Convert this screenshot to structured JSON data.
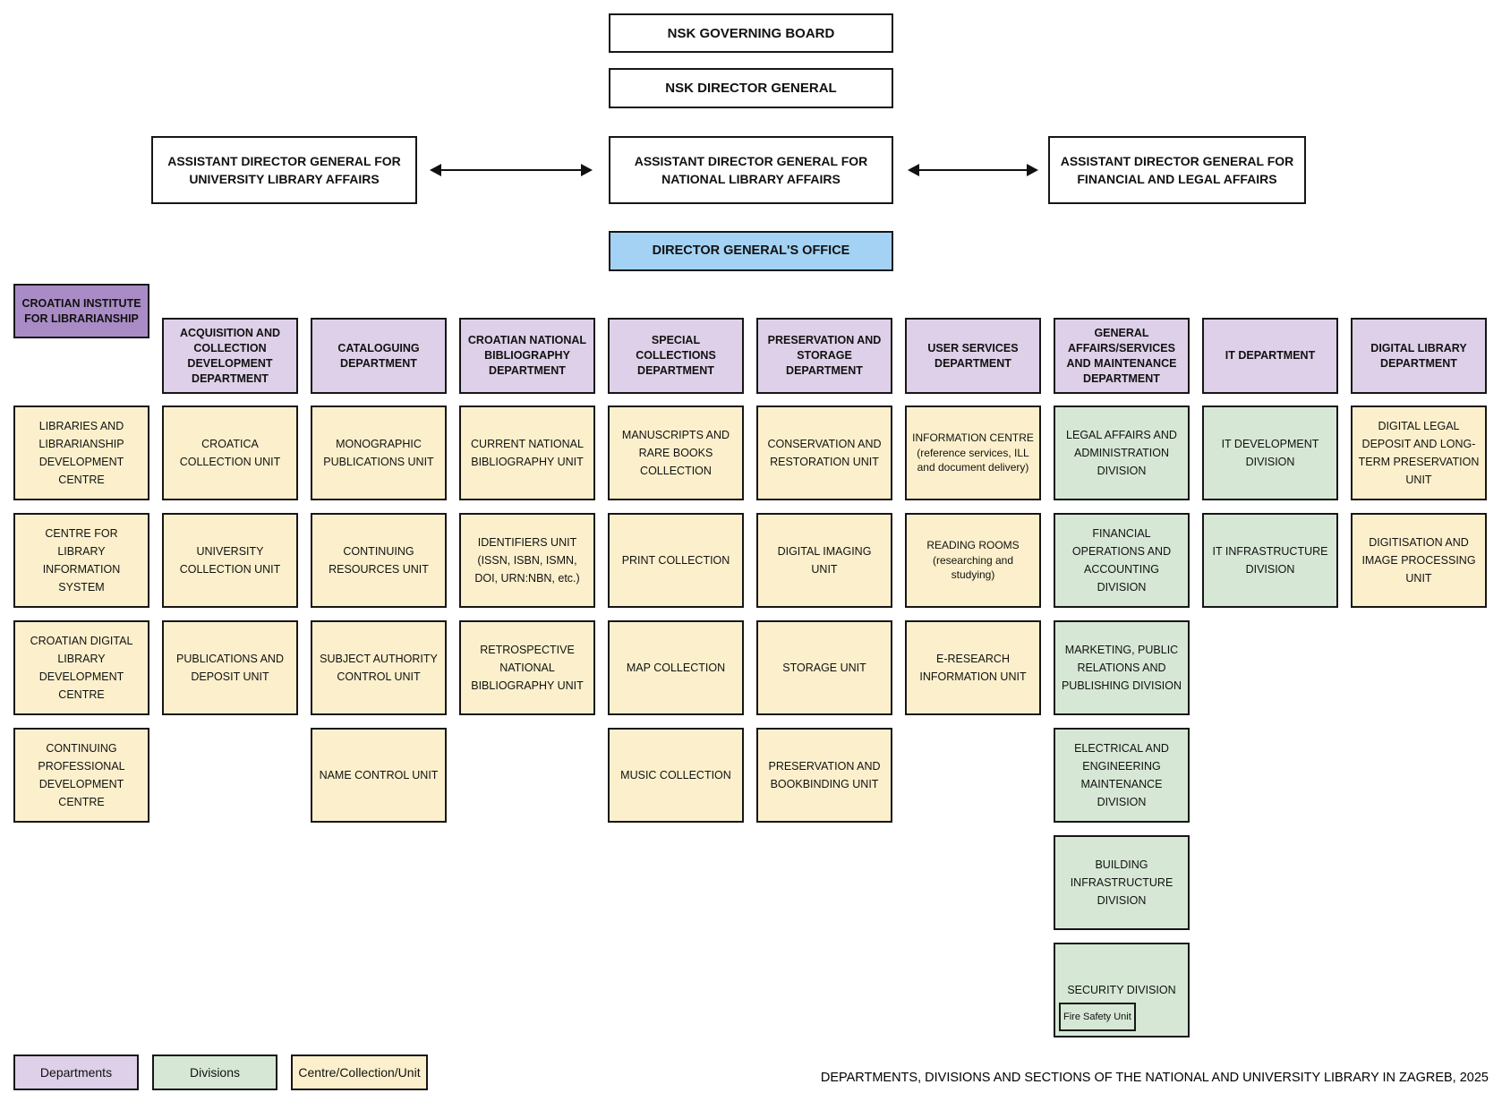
{
  "top": {
    "governing_board": "NSK  GOVERNING BOARD",
    "director_general": "NSK DIRECTOR GENERAL",
    "assistants": [
      "ASSISTANT DIRECTOR GENERAL FOR UNIVERSITY LIBRARY AFFAIRS",
      "ASSISTANT DIRECTOR GENERAL FOR NATIONAL LIBRARY AFFAIRS",
      "ASSISTANT DIRECTOR GENERAL FOR FINANCIAL AND LEGAL AFFAIRS"
    ],
    "office": "DIRECTOR GENERAL'S OFFICE"
  },
  "colors": {
    "department": "#ddd0e8",
    "department_dark": "#a98cc6",
    "division": "#d6e8d5",
    "unit": "#fcf0cc",
    "office_blue": "#a3d2f4",
    "border": "#161616"
  },
  "columns": [
    {
      "header": {
        "label": "CROATIAN INSTITUTE FOR LIBRARIANSHIP",
        "type": "department-dark"
      },
      "items": [
        {
          "label": "LIBRARIES AND LIBRARIANSHIP DEVELOPMENT CENTRE",
          "type": "unit"
        },
        {
          "label": "CENTRE FOR LIBRARY INFORMATION SYSTEM",
          "type": "unit"
        },
        {
          "label": "CROATIAN DIGITAL LIBRARY DEVELOPMENT CENTRE",
          "type": "unit"
        },
        {
          "label": "CONTINUING PROFESSIONAL DEVELOPMENT CENTRE",
          "type": "unit"
        }
      ]
    },
    {
      "header": {
        "label": "ACQUISITION AND COLLECTION DEVELOPMENT DEPARTMENT",
        "type": "department"
      },
      "items": [
        {
          "label": "CROATICA COLLECTION UNIT",
          "type": "unit"
        },
        {
          "label": "UNIVERSITY COLLECTION UNIT",
          "type": "unit"
        },
        {
          "label": "PUBLICATIONS AND DEPOSIT UNIT",
          "type": "unit"
        }
      ]
    },
    {
      "header": {
        "label": "CATALOGUING DEPARTMENT",
        "type": "department"
      },
      "items": [
        {
          "label": "MONOGRAPHIC PUBLICATIONS UNIT",
          "type": "unit"
        },
        {
          "label": "CONTINUING RESOURCES UNIT",
          "type": "unit"
        },
        {
          "label": "SUBJECT AUTHORITY CONTROL UNIT",
          "type": "unit"
        },
        {
          "label": "NAME CONTROL UNIT",
          "type": "unit"
        }
      ]
    },
    {
      "header": {
        "label": "CROATIAN NATIONAL BIBLIOGRAPHY DEPARTMENT",
        "type": "department"
      },
      "items": [
        {
          "label": "CURRENT NATIONAL BIBLIOGRAPHY UNIT",
          "type": "unit"
        },
        {
          "label": "IDENTIFIERS UNIT (ISSN, ISBN, ISMN, DOI, URN:NBN, etc.)",
          "type": "unit"
        },
        {
          "label": "RETROSPECTIVE NATIONAL BIBLIOGRAPHY UNIT",
          "type": "unit"
        }
      ]
    },
    {
      "header": {
        "label": "SPECIAL COLLECTIONS DEPARTMENT",
        "type": "department"
      },
      "items": [
        {
          "label": "MANUSCRIPTS AND RARE BOOKS COLLECTION",
          "type": "unit"
        },
        {
          "label": "PRINT COLLECTION",
          "type": "unit"
        },
        {
          "label": "MAP COLLECTION",
          "type": "unit"
        },
        {
          "label": "MUSIC COLLECTION",
          "type": "unit"
        }
      ]
    },
    {
      "header": {
        "label": "PRESERVATION AND STORAGE DEPARTMENT",
        "type": "department"
      },
      "items": [
        {
          "label": "CONSERVATION AND RESTORATION UNIT",
          "type": "unit"
        },
        {
          "label": "DIGITAL IMAGING UNIT",
          "type": "unit"
        },
        {
          "label": "STORAGE UNIT",
          "type": "unit"
        },
        {
          "label": "PRESERVATION AND BOOKBINDING UNIT",
          "type": "unit"
        }
      ]
    },
    {
      "header": {
        "label": "USER SERVICES DEPARTMENT",
        "type": "department"
      },
      "items": [
        {
          "label": "INFORMATION CENTRE (reference services, ILL and document delivery)",
          "type": "unit",
          "small": true
        },
        {
          "label": "READING ROOMS (researching and studying)",
          "type": "unit",
          "small": true
        },
        {
          "label": "E-RESEARCH INFORMATION UNIT",
          "type": "unit"
        }
      ]
    },
    {
      "header": {
        "label": "GENERAL AFFAIRS/SERVICES AND MAINTENANCE DEPARTMENT",
        "type": "department"
      },
      "items": [
        {
          "label": "LEGAL AFFAIRS AND ADMINISTRATION DIVISION",
          "type": "division"
        },
        {
          "label": "FINANCIAL OPERATIONS AND ACCOUNTING DIVISION",
          "type": "division"
        },
        {
          "label": "MARKETING, PUBLIC RELATIONS AND PUBLISHING DIVISION",
          "type": "division"
        },
        {
          "label": "ELECTRICAL AND ENGINEERING MAINTENANCE DIVISION",
          "type": "division"
        },
        {
          "label": "BUILDING INFRASTRUCTURE DIVISION",
          "type": "division"
        },
        {
          "label": "SECURITY DIVISION",
          "type": "division",
          "sub_label": "Fire Safety Unit"
        }
      ]
    },
    {
      "header": {
        "label": "IT DEPARTMENT",
        "type": "department"
      },
      "items": [
        {
          "label": "IT DEVELOPMENT DIVISION",
          "type": "division"
        },
        {
          "label": "IT INFRASTRUCTURE DIVISION",
          "type": "division"
        }
      ]
    },
    {
      "header": {
        "label": "DIGITAL LIBRARY DEPARTMENT",
        "type": "department"
      },
      "items": [
        {
          "label": "DIGITAL LEGAL DEPOSIT AND LONG-TERM PRESERVATION UNIT",
          "type": "unit"
        },
        {
          "label": "DIGITISATION AND IMAGE PROCESSING UNIT",
          "type": "unit"
        }
      ]
    }
  ],
  "legend": [
    {
      "label": "Departments",
      "type": "department"
    },
    {
      "label": "Divisions",
      "type": "division"
    },
    {
      "label": "Centre/Collection/Unit",
      "type": "unit"
    }
  ],
  "caption": "DEPARTMENTS, DIVISIONS AND SECTIONS OF THE NATIONAL AND UNIVERSITY LIBRARY IN ZAGREB, 2025"
}
